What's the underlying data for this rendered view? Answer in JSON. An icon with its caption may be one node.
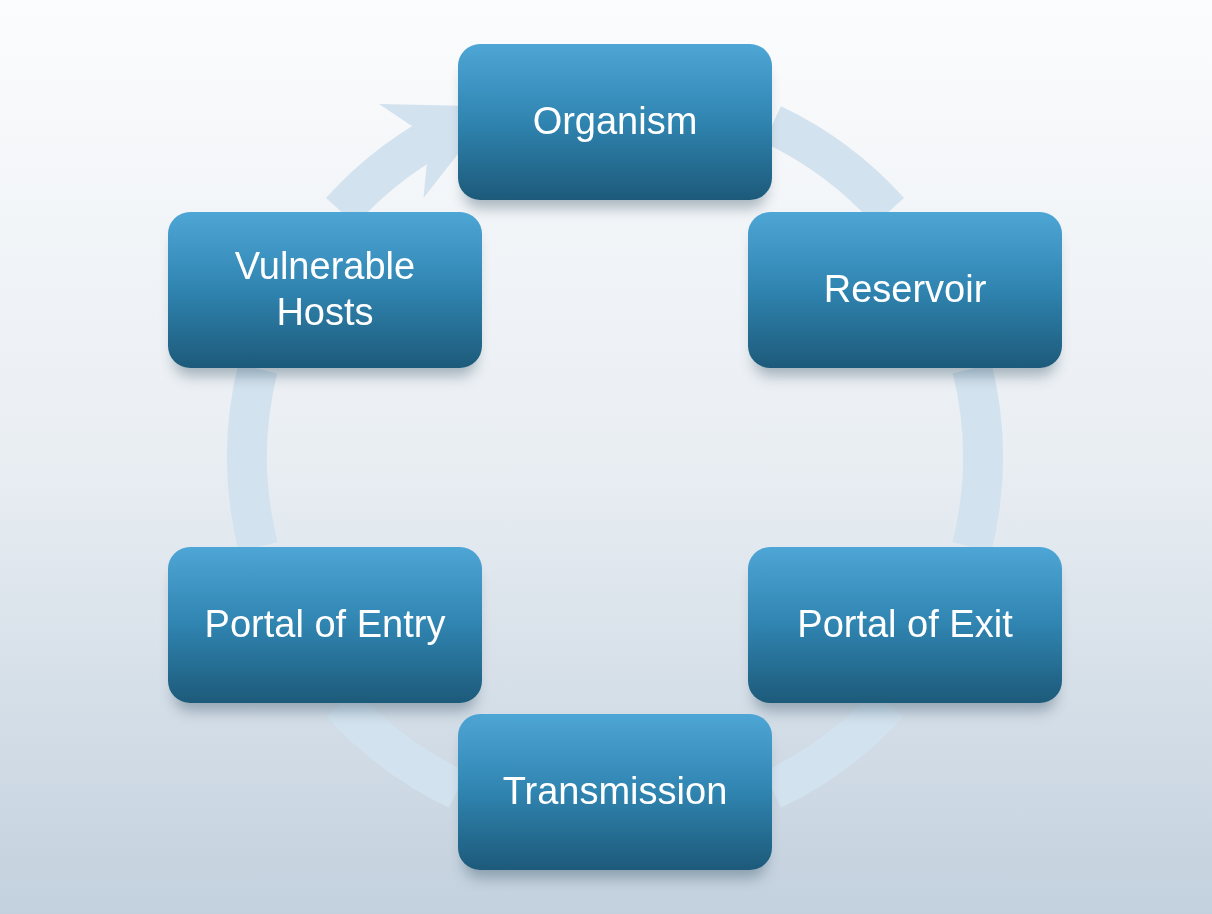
{
  "diagram": {
    "nodes": [
      {
        "text": [
          "Organism"
        ]
      },
      {
        "text": [
          "Reservoir"
        ]
      },
      {
        "text": [
          "Portal of Exit"
        ]
      },
      {
        "text": [
          "Transmission"
        ]
      },
      {
        "text": [
          "Portal of Entry"
        ]
      },
      {
        "text": [
          "Vulnerable Hosts"
        ]
      }
    ],
    "edges": [
      {
        "from": 0,
        "to": 1,
        "arrow": "none"
      },
      {
        "from": 1,
        "to": 2,
        "arrow": "none"
      },
      {
        "from": 2,
        "to": 3,
        "arrow": "none"
      },
      {
        "from": 3,
        "to": 4,
        "arrow": "none"
      },
      {
        "from": 4,
        "to": 5,
        "arrow": "none"
      },
      {
        "from": 5,
        "to": 0,
        "arrow": "to"
      }
    ]
  }
}
